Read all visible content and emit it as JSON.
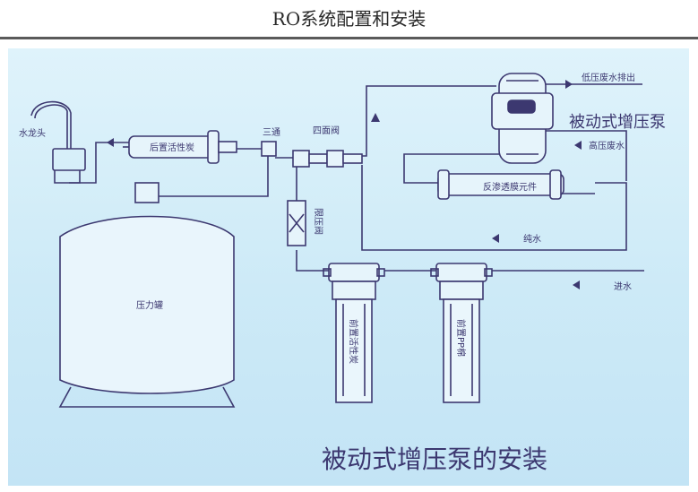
{
  "page": {
    "title": "RO系统配置和安装"
  },
  "labels": {
    "faucet": "水龙头",
    "post_carbon": "后置活性炭",
    "tee": "三通",
    "four_way_valve": "四面阀",
    "drain_outlet": "低压废水排出",
    "booster_pump": "被动式增压泵",
    "high_pressure_waste": "高压废水",
    "membrane": "反渗透膜元件",
    "pure_water": "纯水",
    "limit_valve": "限压阀",
    "inlet": "进水",
    "pressure_tank": "压力罐",
    "pre_carbon": "前置活性炭",
    "pre_pp": "前置PP棉",
    "caption": "被动式增压泵的安装"
  },
  "colors": {
    "line": "#3c3870",
    "background": "#d3eef8",
    "component": "#e6f4fb"
  }
}
